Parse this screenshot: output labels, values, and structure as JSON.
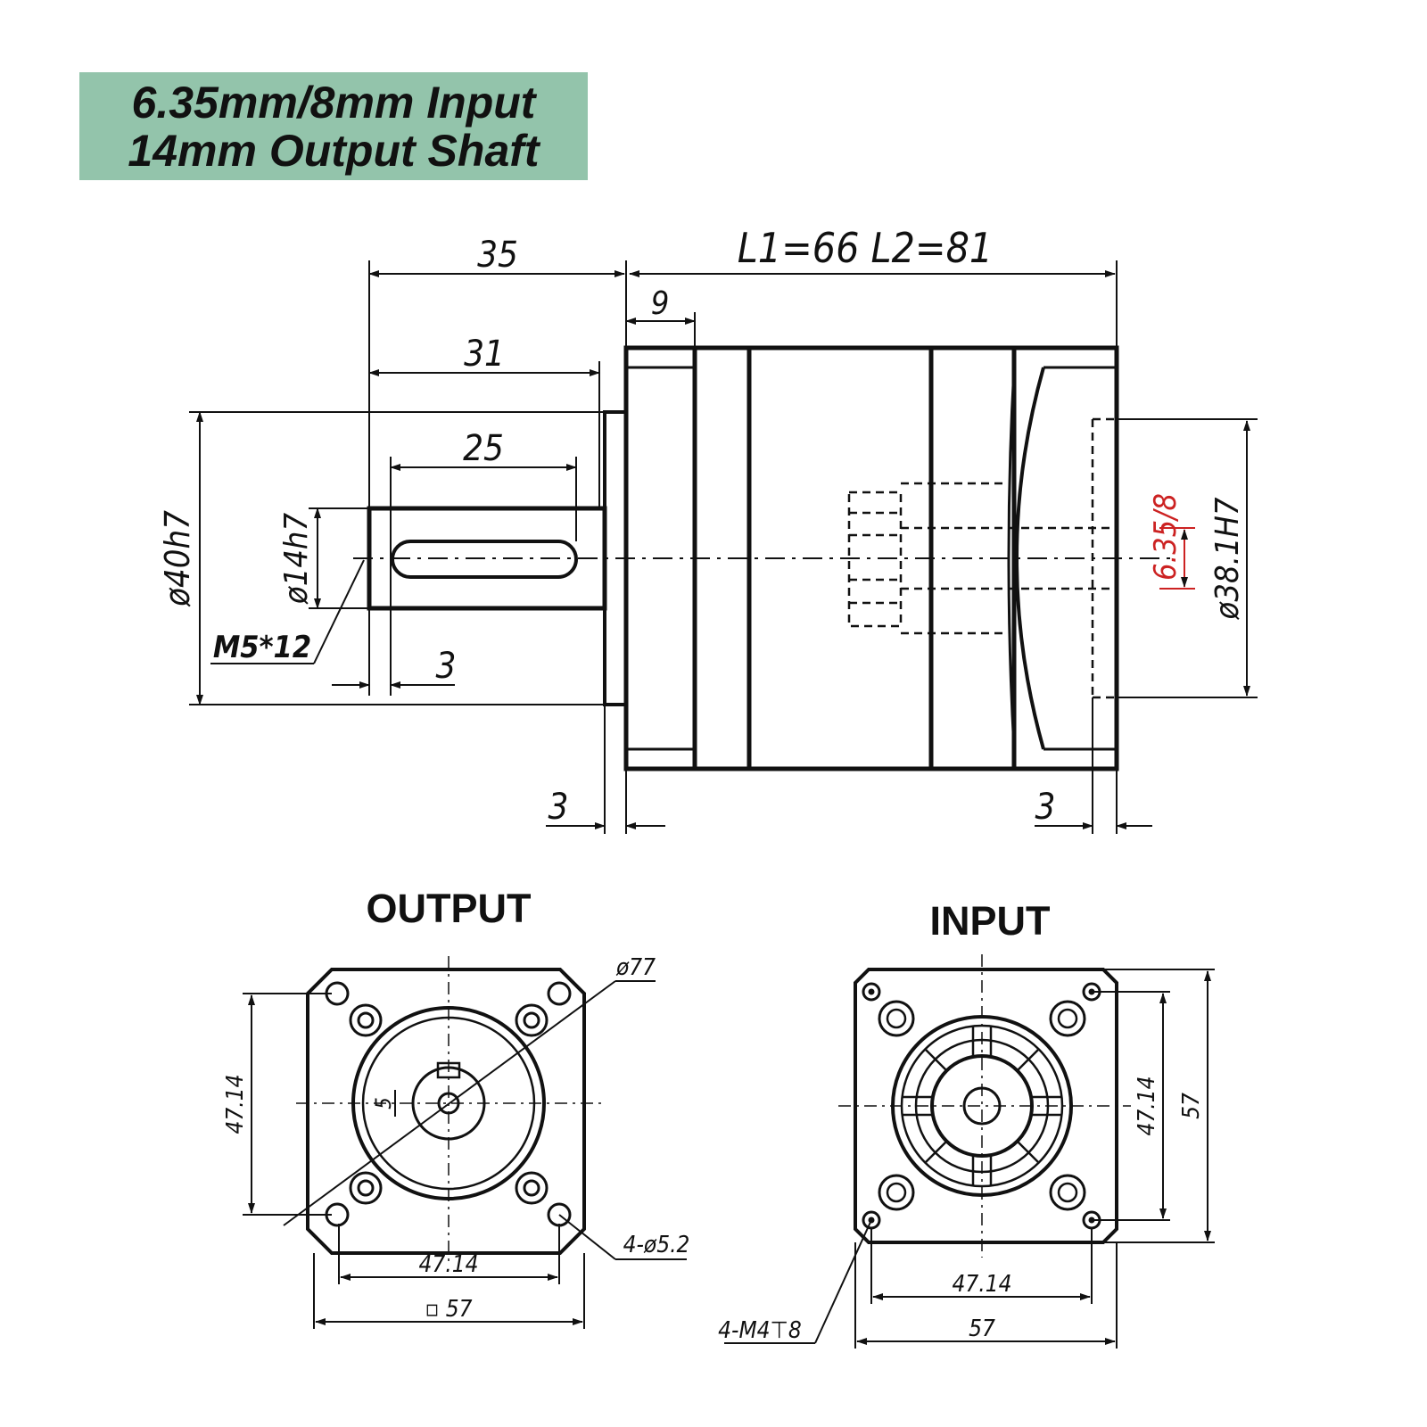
{
  "banner": {
    "line1": "6.35mm/8mm Input",
    "line2": "14mm Output Shaft"
  },
  "side_view": {
    "dims": {
      "overall_length": "L1=66 L2=81",
      "shaft_35": "35",
      "shaft_31": "31",
      "key_25": "25",
      "flange_9": "9",
      "dia_40": "ø40h7",
      "dia_14": "ø14h7",
      "thread": "M5*12",
      "offset_3_shaft": "3",
      "offset_3_front": "3",
      "offset_3_rear": "3",
      "input_bore": "6.35/8",
      "dia_38": "ø38.1H7"
    }
  },
  "output_view": {
    "title": "OUTPUT",
    "dims": {
      "pcd": "ø77",
      "key_5": "5",
      "vert_47": "47.14",
      "horiz_47": "47.14",
      "square_57": "▫ 57",
      "holes": "4-ø5.2"
    }
  },
  "input_view": {
    "title": "INPUT",
    "dims": {
      "vert_47": "47.14",
      "vert_57": "57",
      "horiz_47": "47.14",
      "horiz_57": "57",
      "threads": "4-M4⊤8"
    }
  },
  "colors": {
    "banner_bg": "#93c4ab",
    "line": "#111111",
    "accent_red": "#cc2222"
  }
}
